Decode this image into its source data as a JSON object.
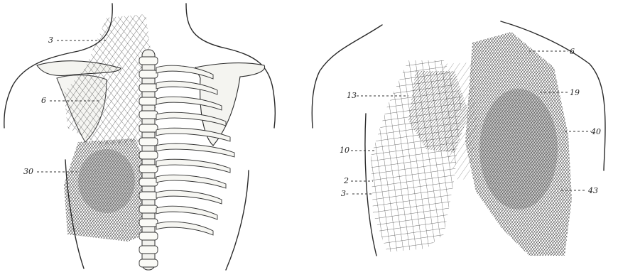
{
  "figure": {
    "left_panel": {
      "labels": [
        {
          "text": "3"
        },
        {
          "text": "6"
        },
        {
          "text": "30"
        }
      ]
    },
    "right_panel": {
      "labels": [
        {
          "text": "13"
        },
        {
          "text": "10"
        },
        {
          "text": "2"
        },
        {
          "text": "3-"
        },
        {
          "text": "6"
        },
        {
          "text": "19"
        },
        {
          "text": "40"
        },
        {
          "text": "43"
        }
      ]
    }
  }
}
